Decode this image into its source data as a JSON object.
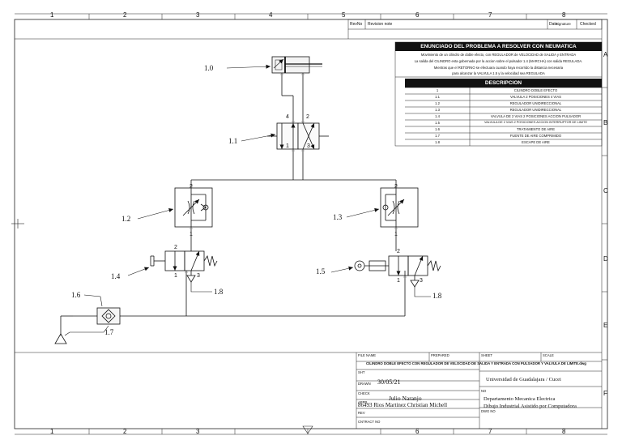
{
  "columns": [
    "1",
    "2",
    "3",
    "4",
    "5",
    "6",
    "7",
    "8"
  ],
  "rows": [
    "A",
    "B",
    "C",
    "D",
    "E",
    "F"
  ],
  "revision_header": {
    "rev": "RevNo",
    "note": "Revision note",
    "date": "Date",
    "signature": "Signature",
    "checked": "Checked"
  },
  "statement": {
    "title": "ENUNCIADO DEL PROBLEMA A RESOLVER CON NEUMATICA",
    "lines": [
      "Movimiento de un cilindro de doble efecto, con REGULADOR de VELOCIDAD de SALIDA y ENTRADA",
      "La salida del CILINDRO esta gobernada por la accion sobre el pulsador  1.4 (MARCHA) con salida REGULADA.",
      "Mientras que el RETORNO se efectuara cuando haya recorrido la distancia necesaria",
      "para alcanzar la VALVULA 1.5 y la velocidad sea REGULADA"
    ]
  },
  "description": {
    "title": "DESCRIPCION",
    "items": [
      {
        "id": "1",
        "text": "CILINDRO DOBLE EFECTO"
      },
      {
        "id": "1.1",
        "text": "VALVULA 2 POSICIONES 4 VIAS"
      },
      {
        "id": "1.2",
        "text": "REGULADOR UNIDIRECCIONAL"
      },
      {
        "id": "1.3",
        "text": "REGULADOR UNIDIRECCIONAL"
      },
      {
        "id": "1.4",
        "text": "VALVULA DE 2 VIAS 2 POSICIONES ACCION PULSADOR"
      },
      {
        "id": "1.5",
        "text": "VALVULA DE 2 VIAS 2 POSICIONES ACCION INTERRUPTOR DE LIMITE"
      },
      {
        "id": "1.6",
        "text": "TRATAMIENTO DE AIRE"
      },
      {
        "id": "1.7",
        "text": "FUENTE DE AIRE COMPRIMIDO"
      },
      {
        "id": "1.8",
        "text": "ESCAPE DE AIRE"
      }
    ]
  },
  "components": {
    "c1_0": "1.0",
    "c1_1": "1.1",
    "c1_2": "1.2",
    "c1_3": "1.3",
    "c1_4": "1.4",
    "c1_5": "1.5",
    "c1_6": "1.6",
    "c1_7": "1.7",
    "c1_8a": "1.8",
    "c1_8b": "1.8"
  },
  "ports": {
    "v11": {
      "p4": "4",
      "p2": "2",
      "p1": "1",
      "p3": "3"
    },
    "r12": {
      "p2": "2",
      "p1": "1"
    },
    "r13": {
      "p2": "2",
      "p1": "1"
    },
    "v14": {
      "p2": "2",
      "p1": "1",
      "p3": "3"
    },
    "v15": {
      "p2": "2",
      "p1": "1",
      "p3": "3"
    }
  },
  "title_block": {
    "file_name_label": "FILE NAME",
    "prepared_label": "PREPARED",
    "sheet_label": "SHEET",
    "scale_label": "SCALE",
    "file_name": "CILINDRO DOBLE EFECTO CON REGULADOR DE VELOCIDAD DE SALIDA Y ENTRADA CON PULSADOR Y VALVULA DE LIMITE.dwg",
    "sht_label": "SHT",
    "drawn_label": "DRAWN",
    "drawn_date": "30/05/21",
    "check_label": "CHECK",
    "appr_label": "APPR",
    "appr_name": "Julio Naranjo",
    "student": "86493  Rios Martinez Christian Michell",
    "rev_label": "REV",
    "contract_label": "CNTRACT NO",
    "university": "Universidad de Guadalajara / Cucei",
    "department": "Departamento Mecanica Electrica",
    "course": "Dibujo Industrial Asistido por Computadora",
    "dwg_no_label": "DWG NO",
    "no_label": "NO"
  }
}
